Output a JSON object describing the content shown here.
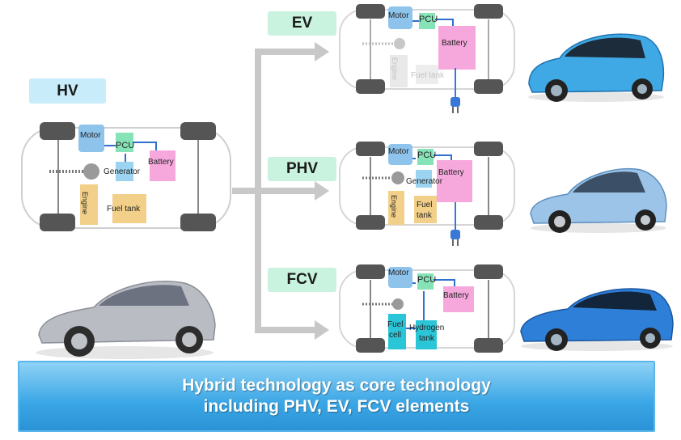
{
  "labels": {
    "hv": "HV",
    "ev": "EV",
    "phv": "PHV",
    "fcv": "FCV"
  },
  "components": {
    "motor": "Motor",
    "pcu": "PCU",
    "battery": "Battery",
    "generator": "Generator",
    "engine": "Engine",
    "fuel_tank": "Fuel tank",
    "fuel_tank_2line": [
      "Fuel",
      "tank"
    ],
    "fuel_cell": [
      "Fuel",
      "cell"
    ],
    "hydrogen_tank": [
      "Hydrogen",
      "tank"
    ]
  },
  "banner": {
    "line1": "Hybrid technology as core technology",
    "line2": "including PHV, EV, FCV elements"
  },
  "colors": {
    "motor": "#8ec3ec",
    "pcu": "#86e3b8",
    "battery": "#f6a8dc",
    "engine": "#f2d089",
    "fuel_tank": "#f2d089",
    "fuel_cell": "#2bc5d8",
    "generator": "#9bd3f0",
    "wire": "#2f6fd0",
    "arrow": "#c8c8c8"
  },
  "icons": [
    "car-chassis-icon",
    "tire-icon",
    "plug-icon",
    "arrow-icon",
    "car-photo-icon"
  ]
}
